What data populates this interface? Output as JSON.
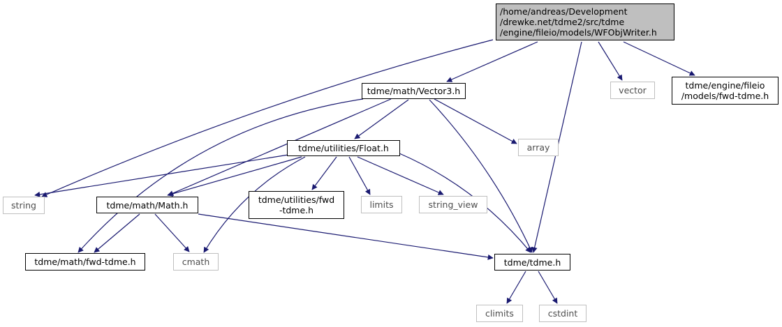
{
  "colors": {
    "edge": "#191970",
    "root_fill": "#bfbfbf",
    "ext_border": "#bfbfbf",
    "ext_text": "#4d4d4d",
    "node_border": "#000000"
  },
  "nodes": {
    "root": {
      "lines": [
        "/home/andreas/Development",
        "/drewke.net/tdme2/src/tdme",
        "/engine/fileio/models/WFObjWriter.h"
      ]
    },
    "vector3": {
      "lines": [
        "tdme/math/Vector3.h"
      ]
    },
    "vector": {
      "lines": [
        "vector"
      ]
    },
    "fwd_models": {
      "lines": [
        "tdme/engine/fileio",
        "/models/fwd-tdme.h"
      ]
    },
    "float": {
      "lines": [
        "tdme/utilities/Float.h"
      ]
    },
    "array": {
      "lines": [
        "array"
      ]
    },
    "string": {
      "lines": [
        "string"
      ]
    },
    "math": {
      "lines": [
        "tdme/math/Math.h"
      ]
    },
    "fwd_util": {
      "lines": [
        "tdme/utilities/fwd",
        "-tdme.h"
      ]
    },
    "limits": {
      "lines": [
        "limits"
      ]
    },
    "string_view": {
      "lines": [
        "string_view"
      ]
    },
    "fwd_math": {
      "lines": [
        "tdme/math/fwd-tdme.h"
      ]
    },
    "cmath": {
      "lines": [
        "cmath"
      ]
    },
    "tdme": {
      "lines": [
        "tdme/tdme.h"
      ]
    },
    "climits": {
      "lines": [
        "climits"
      ]
    },
    "cstdint": {
      "lines": [
        "cstdint"
      ]
    }
  },
  "edges": [
    [
      "root",
      "string"
    ],
    [
      "root",
      "vector3"
    ],
    [
      "root",
      "tdme"
    ],
    [
      "root",
      "vector"
    ],
    [
      "root",
      "fwd_models"
    ],
    [
      "vector3",
      "fwd_math"
    ],
    [
      "vector3",
      "math"
    ],
    [
      "vector3",
      "float"
    ],
    [
      "vector3",
      "tdme"
    ],
    [
      "vector3",
      "array"
    ],
    [
      "float",
      "string"
    ],
    [
      "float",
      "math"
    ],
    [
      "float",
      "fwd_util"
    ],
    [
      "float",
      "limits"
    ],
    [
      "float",
      "string_view"
    ],
    [
      "float",
      "cmath"
    ],
    [
      "float",
      "tdme"
    ],
    [
      "math",
      "fwd_math"
    ],
    [
      "math",
      "cmath"
    ],
    [
      "math",
      "tdme"
    ],
    [
      "tdme",
      "climits"
    ],
    [
      "tdme",
      "cstdint"
    ]
  ]
}
